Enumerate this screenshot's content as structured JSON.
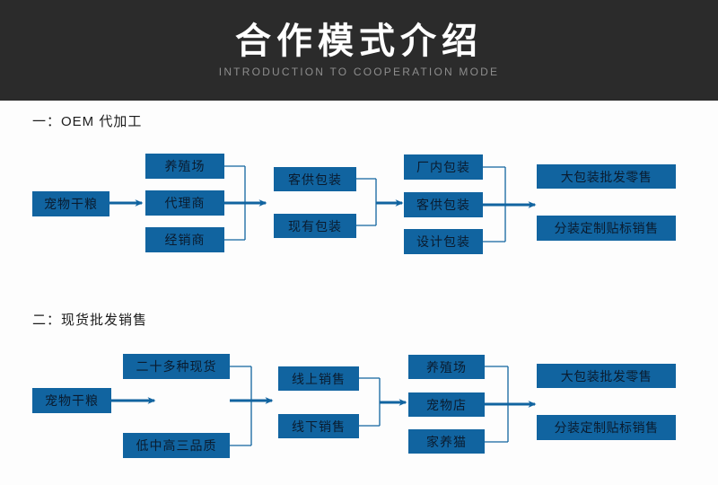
{
  "header": {
    "title": "合作模式介绍",
    "subtitle": "INTRODUCTION TO COOPERATION MODE",
    "bg_color": "#2b2b2b",
    "title_color": "#ffffff",
    "subtitle_color": "#8d8d8d"
  },
  "theme": {
    "box_fill": "#1164a0",
    "box_text": "#0a1b2e",
    "line_color": "#1164a0",
    "page_bg": "#fdfdfd"
  },
  "sections": [
    {
      "id": "oem",
      "title": "一：OEM 代加工",
      "columns": [
        {
          "id": "s1c1",
          "boxes": [
            "宠物干粮"
          ]
        },
        {
          "id": "s1c2",
          "boxes": [
            "养殖场",
            "代理商",
            "经销商"
          ]
        },
        {
          "id": "s1c3",
          "boxes": [
            "客供包装",
            "现有包装"
          ]
        },
        {
          "id": "s1c4",
          "boxes": [
            "厂内包装",
            "客供包装",
            "设计包装"
          ]
        },
        {
          "id": "s1c5",
          "boxes": [
            "大包装批发零售",
            "分装定制贴标销售"
          ]
        }
      ]
    },
    {
      "id": "stock",
      "title": "二：现货批发销售",
      "columns": [
        {
          "id": "s2c1",
          "boxes": [
            "宠物干粮"
          ]
        },
        {
          "id": "s2c2",
          "boxes": [
            "二十多种现货",
            "低中高三品质"
          ]
        },
        {
          "id": "s2c3",
          "boxes": [
            "线上销售",
            "线下销售"
          ]
        },
        {
          "id": "s2c4",
          "boxes": [
            "养殖场",
            "宠物店",
            "家养猫"
          ]
        },
        {
          "id": "s2c5",
          "boxes": [
            "大包装批发零售",
            "分装定制贴标销售"
          ]
        }
      ]
    }
  ]
}
